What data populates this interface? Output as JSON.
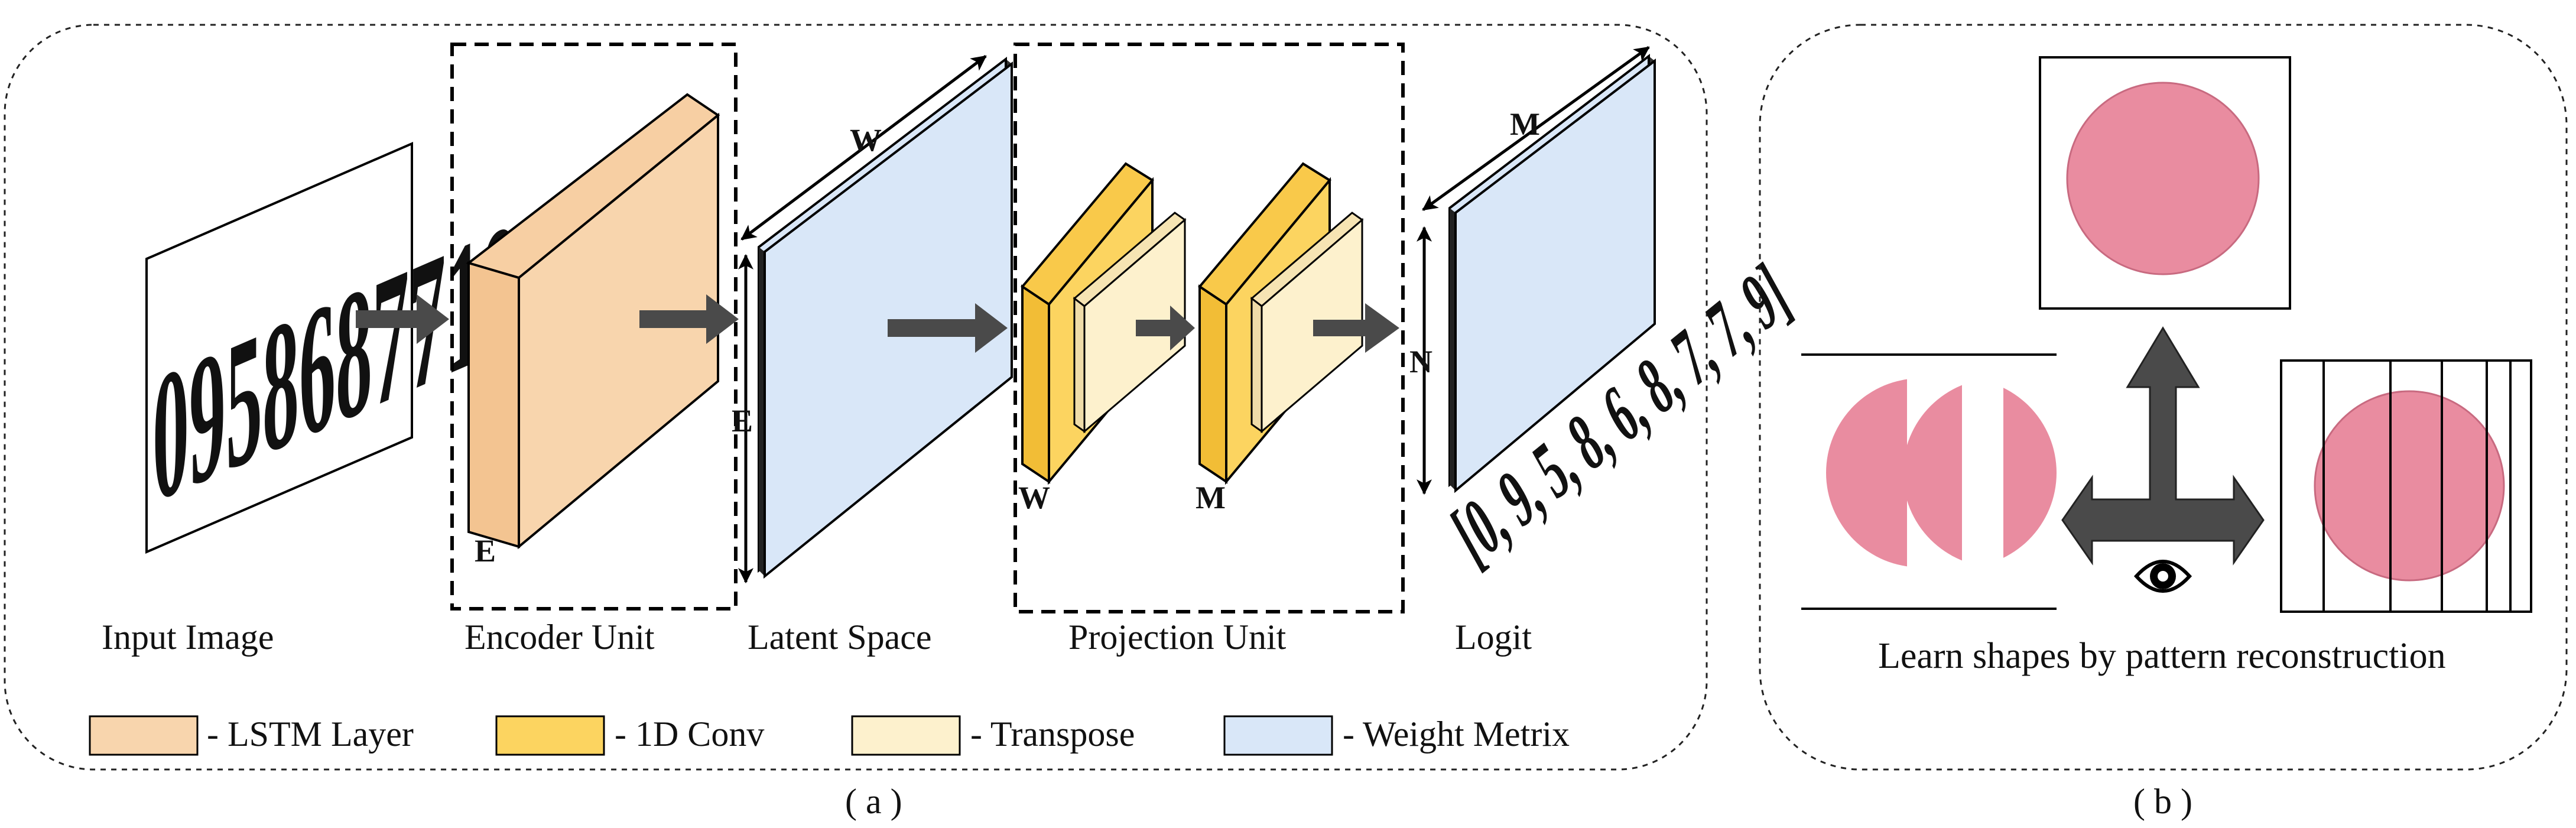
{
  "panel_a": {
    "caption": "( a )",
    "labels": {
      "input_image": "Input Image",
      "encoder_unit": "Encoder Unit",
      "latent_space": "Latent Space",
      "projection_unit": "Projection Unit",
      "logit": "Logit"
    },
    "dims": {
      "encoder_e": "E",
      "latent_w": "W",
      "latent_e": "E",
      "proj_w": "W",
      "proj_m": "M",
      "logit_m": "M",
      "logit_n": "N"
    },
    "input_digits": "0958687719",
    "output_sequence": "[0, 9, 5, 8, 6, 8, 7, 7, 9]",
    "legend": [
      {
        "label": "- LSTM Layer",
        "color": "#f8d5ad"
      },
      {
        "label": "- 1D Conv",
        "color": "#fcd460"
      },
      {
        "label": "- Transpose",
        "color": "#fdf1cd"
      },
      {
        "label": "- Weight Metrix",
        "color": "#d9e7f8"
      }
    ]
  },
  "panel_b": {
    "caption": "( b )",
    "label": "Learn shapes by pattern reconstruction",
    "circle_color": "#e98ca0"
  },
  "colors": {
    "arrow": "#4a4a4a",
    "lstm": "#f8d5ad",
    "conv": "#fcd460",
    "transpose": "#fdf1cd",
    "weight": "#d9e7f8"
  },
  "icons": [
    "right-arrow-icon",
    "double-arrow-icon",
    "eye-icon",
    "three-way-arrow-icon"
  ]
}
